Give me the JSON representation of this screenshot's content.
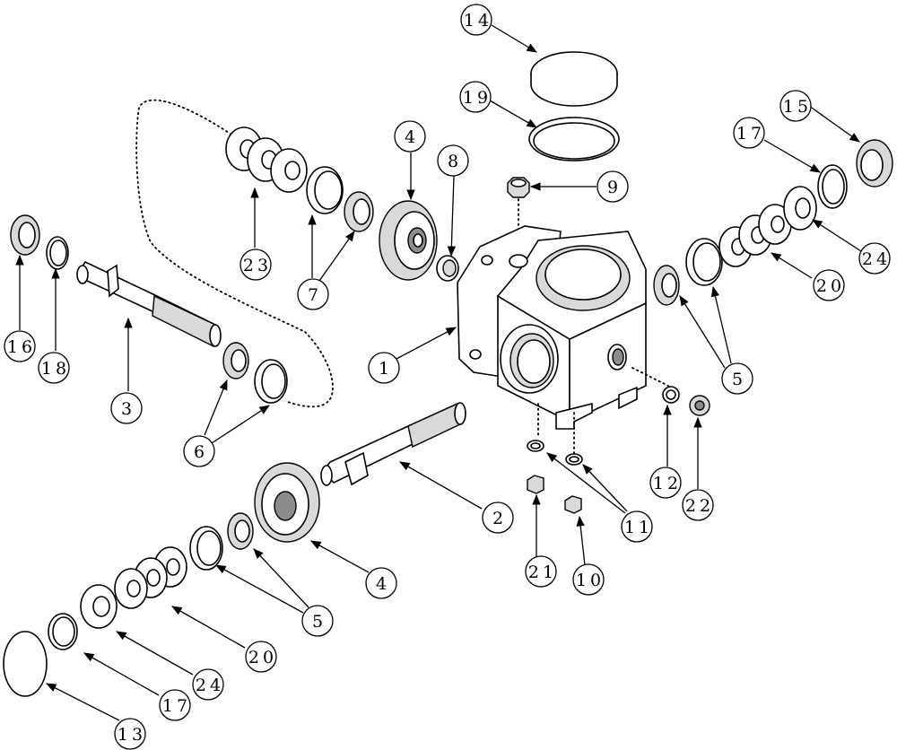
{
  "diagram": {
    "callouts": [
      {
        "id": "c1",
        "label": "1"
      },
      {
        "id": "c2",
        "label": "2"
      },
      {
        "id": "c3",
        "label": "3"
      },
      {
        "id": "c4a",
        "label": "4"
      },
      {
        "id": "c4b",
        "label": "4"
      },
      {
        "id": "c5a",
        "label": "5"
      },
      {
        "id": "c5b",
        "label": "5"
      },
      {
        "id": "c6",
        "label": "6"
      },
      {
        "id": "c7",
        "label": "7"
      },
      {
        "id": "c8",
        "label": "8"
      },
      {
        "id": "c9",
        "label": "9"
      },
      {
        "id": "c10",
        "label": "10"
      },
      {
        "id": "c11",
        "label": "11"
      },
      {
        "id": "c12",
        "label": "12"
      },
      {
        "id": "c13",
        "label": "13"
      },
      {
        "id": "c14",
        "label": "14"
      },
      {
        "id": "c15",
        "label": "15"
      },
      {
        "id": "c16",
        "label": "16"
      },
      {
        "id": "c17a",
        "label": "17"
      },
      {
        "id": "c17b",
        "label": "17"
      },
      {
        "id": "c18",
        "label": "18"
      },
      {
        "id": "c19",
        "label": "19"
      },
      {
        "id": "c20a",
        "label": "20"
      },
      {
        "id": "c20b",
        "label": "20"
      },
      {
        "id": "c21",
        "label": "21"
      },
      {
        "id": "c22",
        "label": "22"
      },
      {
        "id": "c23",
        "label": "23"
      },
      {
        "id": "c24a",
        "label": "24"
      },
      {
        "id": "c24b",
        "label": "24"
      }
    ]
  }
}
